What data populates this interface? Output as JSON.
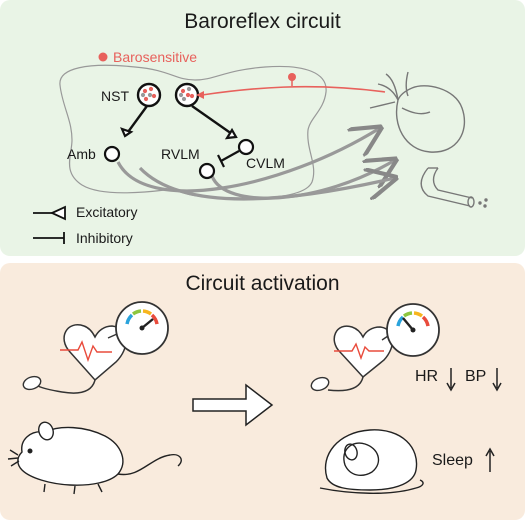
{
  "top_panel": {
    "title": "Baroreflex circuit",
    "baro_label": "Barosensitive",
    "nodes": {
      "nst": "NST",
      "amb": "Amb",
      "rvlm": "RVLM",
      "cvlm": "CVLM"
    },
    "legend": {
      "excitatory": "Excitatory",
      "inhibitory": "Inhibitory"
    }
  },
  "bottom_panel": {
    "title": "Circuit activation",
    "hr_label": "HR",
    "bp_label": "BP",
    "sleep_label": "Sleep"
  },
  "colors": {
    "top_bg": "#e9f4e6",
    "bottom_bg": "#f9ebdd",
    "barosensitive": "#e8615c",
    "ink": "#222222",
    "gauge": [
      "#2aa3dc",
      "#8dc63f",
      "#f7b51e",
      "#e94b3c"
    ]
  }
}
